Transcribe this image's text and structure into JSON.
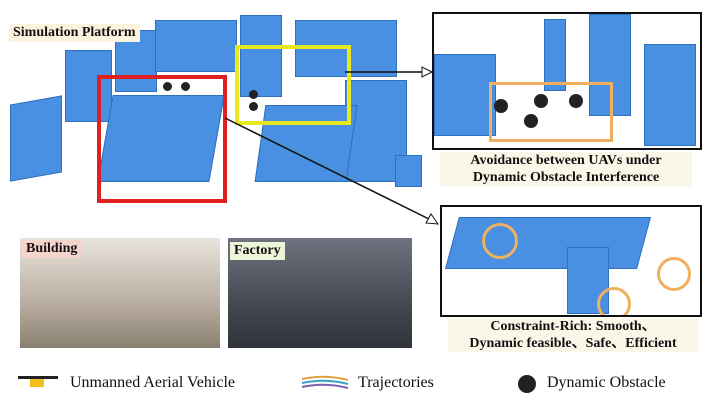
{
  "labels": {
    "simulation_platform": "Simulation Platform",
    "building": "Building",
    "factory": "Factory"
  },
  "captions": {
    "avoidance": [
      "Avoidance between UAVs under",
      "Dynamic Obstacle Interference"
    ],
    "constraint": [
      "Constraint-Rich: Smooth、",
      "Dynamic feasible、Safe、Efficient"
    ]
  },
  "legend": {
    "uav": "Unmanned Aerial Vehicle",
    "trajectories": "Trajectories",
    "obstacle": "Dynamic Obstacle"
  },
  "colors": {
    "block": "#4a90e2",
    "red_box": "#e02020",
    "yellow_box": "#e8e820",
    "orange_box": "#f0b060"
  }
}
